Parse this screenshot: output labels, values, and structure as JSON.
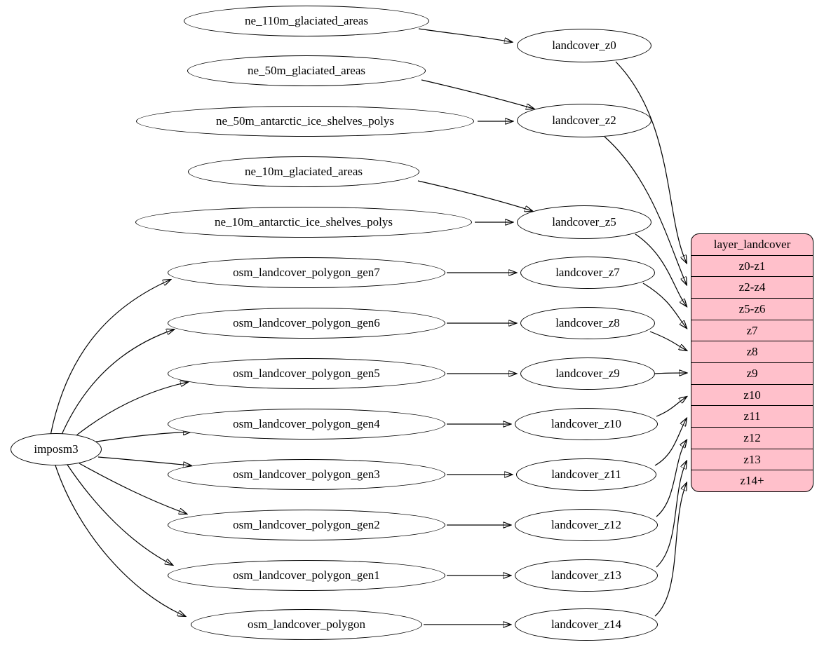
{
  "diagram": {
    "type": "graphviz-dependency-graph",
    "colors": {
      "background": "#ffffff",
      "node_fill": "#ffffff",
      "node_stroke": "#000000",
      "edge_stroke": "#000000",
      "table_fill": "#ffc0cb"
    },
    "nodes": {
      "imposm3": {
        "label": "imposm3"
      },
      "sources": [
        {
          "label": "ne_110m_glaciated_areas"
        },
        {
          "label": "ne_50m_glaciated_areas"
        },
        {
          "label": "ne_50m_antarctic_ice_shelves_polys"
        },
        {
          "label": "ne_10m_glaciated_areas"
        },
        {
          "label": "ne_10m_antarctic_ice_shelves_polys"
        },
        {
          "label": "osm_landcover_polygon_gen7"
        },
        {
          "label": "osm_landcover_polygon_gen6"
        },
        {
          "label": "osm_landcover_polygon_gen5"
        },
        {
          "label": "osm_landcover_polygon_gen4"
        },
        {
          "label": "osm_landcover_polygon_gen3"
        },
        {
          "label": "osm_landcover_polygon_gen2"
        },
        {
          "label": "osm_landcover_polygon_gen1"
        },
        {
          "label": "osm_landcover_polygon"
        }
      ],
      "intermediates": [
        {
          "label": "landcover_z0"
        },
        {
          "label": "landcover_z2"
        },
        {
          "label": "landcover_z5"
        },
        {
          "label": "landcover_z7"
        },
        {
          "label": "landcover_z8"
        },
        {
          "label": "landcover_z9"
        },
        {
          "label": "landcover_z10"
        },
        {
          "label": "landcover_z11"
        },
        {
          "label": "landcover_z12"
        },
        {
          "label": "landcover_z13"
        },
        {
          "label": "landcover_z14"
        }
      ],
      "table": {
        "title": "layer_landcover",
        "rows": [
          "z0-z1",
          "z2-z4",
          "z5-z6",
          "z7",
          "z8",
          "z9",
          "z10",
          "z11",
          "z12",
          "z13",
          "z14+"
        ]
      }
    },
    "edges": [
      {
        "from": "imposm3",
        "to": "osm_landcover_polygon_gen7"
      },
      {
        "from": "imposm3",
        "to": "osm_landcover_polygon_gen6"
      },
      {
        "from": "imposm3",
        "to": "osm_landcover_polygon_gen5"
      },
      {
        "from": "imposm3",
        "to": "osm_landcover_polygon_gen4"
      },
      {
        "from": "imposm3",
        "to": "osm_landcover_polygon_gen3"
      },
      {
        "from": "imposm3",
        "to": "osm_landcover_polygon_gen2"
      },
      {
        "from": "imposm3",
        "to": "osm_landcover_polygon_gen1"
      },
      {
        "from": "imposm3",
        "to": "osm_landcover_polygon"
      },
      {
        "from": "ne_110m_glaciated_areas",
        "to": "landcover_z0"
      },
      {
        "from": "ne_50m_glaciated_areas",
        "to": "landcover_z2"
      },
      {
        "from": "ne_50m_antarctic_ice_shelves_polys",
        "to": "landcover_z2"
      },
      {
        "from": "ne_10m_glaciated_areas",
        "to": "landcover_z5"
      },
      {
        "from": "ne_10m_antarctic_ice_shelves_polys",
        "to": "landcover_z5"
      },
      {
        "from": "osm_landcover_polygon_gen7",
        "to": "landcover_z7"
      },
      {
        "from": "osm_landcover_polygon_gen6",
        "to": "landcover_z8"
      },
      {
        "from": "osm_landcover_polygon_gen5",
        "to": "landcover_z9"
      },
      {
        "from": "osm_landcover_polygon_gen4",
        "to": "landcover_z10"
      },
      {
        "from": "osm_landcover_polygon_gen3",
        "to": "landcover_z11"
      },
      {
        "from": "osm_landcover_polygon_gen2",
        "to": "landcover_z12"
      },
      {
        "from": "osm_landcover_polygon_gen1",
        "to": "landcover_z13"
      },
      {
        "from": "osm_landcover_polygon",
        "to": "landcover_z14"
      },
      {
        "from": "landcover_z0",
        "to": "layer_landcover.z0-z1"
      },
      {
        "from": "landcover_z2",
        "to": "layer_landcover.z2-z4"
      },
      {
        "from": "landcover_z5",
        "to": "layer_landcover.z5-z6"
      },
      {
        "from": "landcover_z7",
        "to": "layer_landcover.z7"
      },
      {
        "from": "landcover_z8",
        "to": "layer_landcover.z8"
      },
      {
        "from": "landcover_z9",
        "to": "layer_landcover.z9"
      },
      {
        "from": "landcover_z10",
        "to": "layer_landcover.z10"
      },
      {
        "from": "landcover_z11",
        "to": "layer_landcover.z11"
      },
      {
        "from": "landcover_z12",
        "to": "layer_landcover.z12"
      },
      {
        "from": "landcover_z13",
        "to": "layer_landcover.z13"
      },
      {
        "from": "landcover_z14",
        "to": "layer_landcover.z14+"
      }
    ]
  }
}
